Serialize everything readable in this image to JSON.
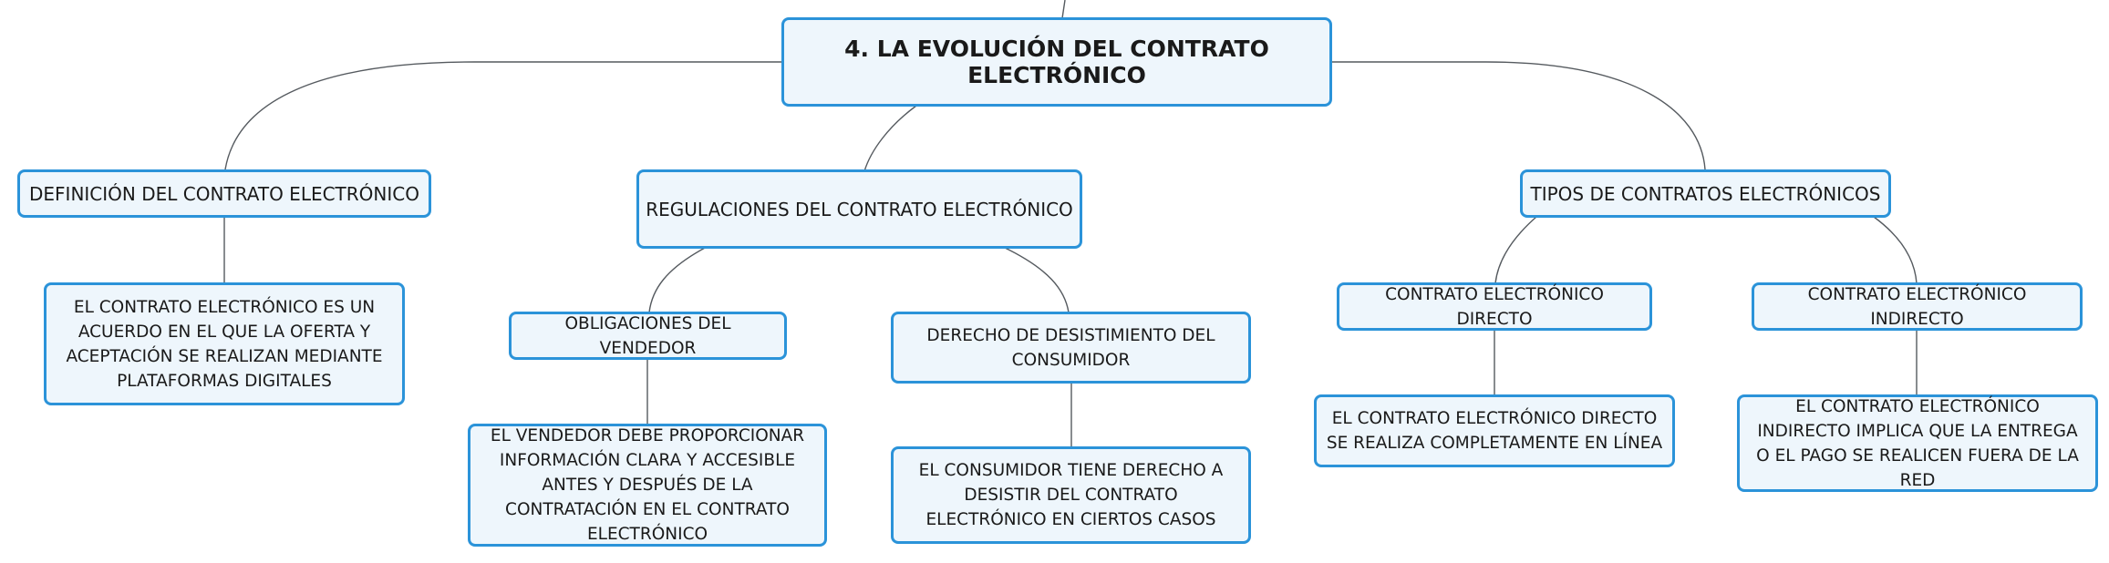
{
  "root": {
    "label": "4. LA EVOLUCIÓN DEL CONTRATO ELECTRÓNICO"
  },
  "definicion": {
    "label": "DEFINICIÓN DEL CONTRATO ELECTRÓNICO",
    "detail": "EL CONTRATO ELECTRÓNICO ES UN ACUERDO EN EL QUE LA OFERTA Y ACEPTACIÓN SE REALIZAN MEDIANTE PLATAFORMAS DIGITALES"
  },
  "regulaciones": {
    "label": "REGULACIONES DEL CONTRATO ELECTRÓNICO",
    "obligaciones": {
      "label": "OBLIGACIONES DEL VENDEDOR",
      "detail": "EL VENDEDOR DEBE PROPORCIONAR INFORMACIÓN CLARA Y ACCESIBLE ANTES Y DESPUÉS DE LA CONTRATACIÓN EN EL CONTRATO ELECTRÓNICO"
    },
    "desistimiento": {
      "label": "DERECHO DE DESISTIMIENTO DEL CONSUMIDOR",
      "detail": "EL CONSUMIDOR TIENE DERECHO A DESISTIR DEL CONTRATO ELECTRÓNICO EN CIERTOS CASOS"
    }
  },
  "tipos": {
    "label": "TIPOS DE CONTRATOS ELECTRÓNICOS",
    "directo": {
      "label": "CONTRATO ELECTRÓNICO DIRECTO",
      "detail": "EL CONTRATO ELECTRÓNICO DIRECTO SE REALIZA COMPLETAMENTE EN LÍNEA"
    },
    "indirecto": {
      "label": "CONTRATO ELECTRÓNICO INDIRECTO",
      "detail": "EL CONTRATO ELECTRÓNICO INDIRECTO IMPLICA QUE LA ENTREGA O EL PAGO SE REALICEN FUERA DE LA RED"
    }
  }
}
